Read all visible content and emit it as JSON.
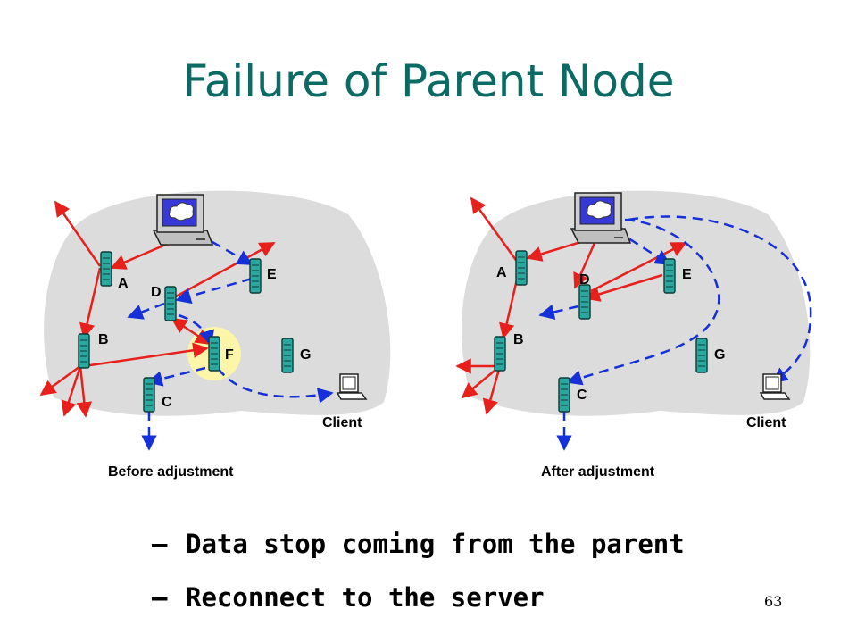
{
  "slide": {
    "title": "Failure of Parent Node",
    "page_number": "63"
  },
  "bullets": [
    {
      "dash": "–",
      "text": "Data stop coming from the parent"
    },
    {
      "dash": "–",
      "text": "Reconnect to the server"
    }
  ],
  "diagrams": {
    "before": {
      "caption": "Before adjustment",
      "node_labels": {
        "A": "A",
        "B": "B",
        "C": "C",
        "D": "D",
        "E": "E",
        "F": "F",
        "G": "G"
      },
      "client_label": "Client"
    },
    "after": {
      "caption": "After adjustment",
      "node_labels": {
        "A": "A",
        "B": "B",
        "C": "C",
        "D": "D",
        "E": "E",
        "G": "G"
      },
      "client_label": "Client"
    }
  },
  "colors": {
    "title": "#0b6a64",
    "cloud": "#dcdcdc",
    "solid_link": "#e8201c",
    "dashed_link": "#1530d8",
    "failed_highlight": "#fdf6a8",
    "node": "#2aa8a0"
  },
  "icons": {
    "server": "computer-monitor-icon",
    "node": "network-node-icon",
    "client": "client-computer-icon"
  }
}
